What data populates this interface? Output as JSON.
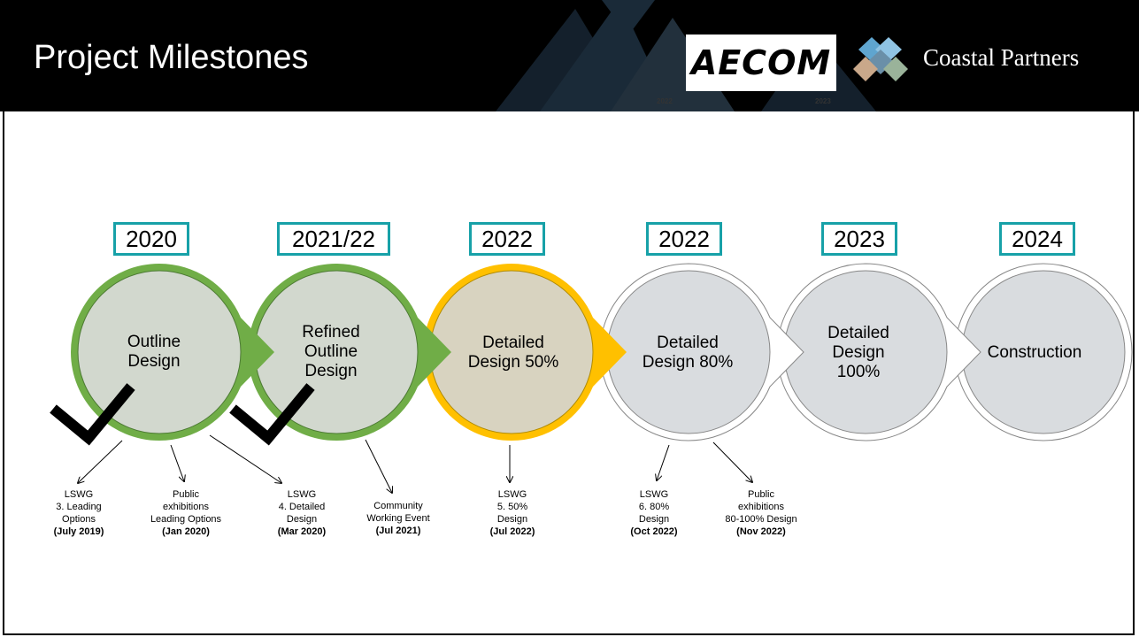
{
  "header": {
    "title": "Project Milestones",
    "logo_aecom": "AECOM",
    "logo_coastal": "Coastal Partners",
    "faint_years": [
      "2022",
      "2023"
    ],
    "background_color": "#000000"
  },
  "colors": {
    "accent_teal": "#17a1a8",
    "completed_green": "#70ad47",
    "in_progress_amber": "#ffc000",
    "circle_fill_grey": "#d9dcdf",
    "circle_fill_tan": "#d8d3c0"
  },
  "milestones": [
    {
      "year": "2020",
      "label": "Outline\nDesign",
      "status": "completed",
      "checkmark": true
    },
    {
      "year": "2021/22",
      "label": "Refined\nOutline\nDesign",
      "status": "completed",
      "checkmark": true
    },
    {
      "year": "2022",
      "label": "Detailed\nDesign 50%",
      "status": "in-progress",
      "checkmark": false
    },
    {
      "year": "2022",
      "label": "Detailed\nDesign 80%",
      "status": "upcoming",
      "checkmark": false
    },
    {
      "year": "2023",
      "label": "Detailed\nDesign\n100%",
      "status": "upcoming",
      "checkmark": false
    },
    {
      "year": "2024",
      "label": "Construction",
      "status": "upcoming",
      "checkmark": false
    }
  ],
  "events": [
    {
      "lines": [
        "LSWG",
        "3. Leading",
        "Options"
      ],
      "date": "(July 2019)"
    },
    {
      "lines": [
        "Public",
        "exhibitions",
        "Leading Options"
      ],
      "date": "(Jan 2020)"
    },
    {
      "lines": [
        "LSWG",
        "4. Detailed",
        "Design"
      ],
      "date": "(Mar 2020)"
    },
    {
      "lines": [
        "Community",
        "Working Event"
      ],
      "date": "(Jul 2021)"
    },
    {
      "lines": [
        "LSWG",
        "5. 50%",
        "Design"
      ],
      "date": "(Jul 2022)"
    },
    {
      "lines": [
        "LSWG",
        "6. 80%",
        "Design"
      ],
      "date": "(Oct 2022)"
    },
    {
      "lines": [
        "Public",
        "exhibitions",
        "80-100% Design"
      ],
      "date": "(Nov 2022)"
    }
  ]
}
